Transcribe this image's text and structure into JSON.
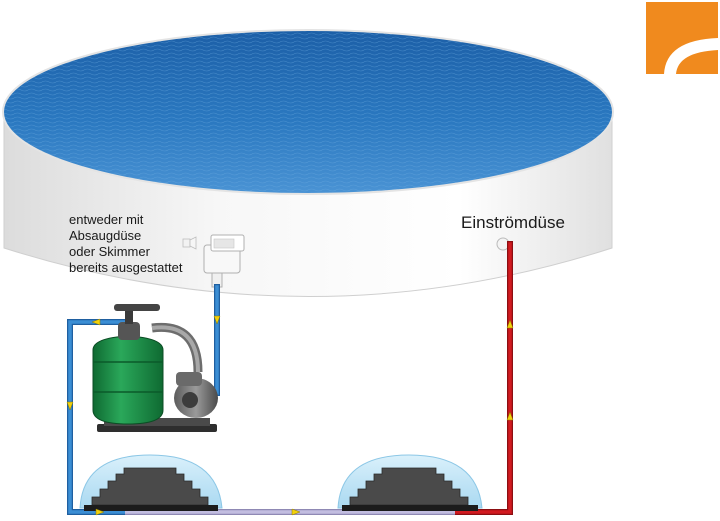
{
  "labels": {
    "suction_options": [
      "entweder mit",
      "Absaugdüse",
      "oder Skimmer",
      "bereits ausgestattet"
    ],
    "inlet_nozzle": "Einströmdüse"
  },
  "icons": {
    "logo": "orange-square-logo",
    "pump": "sand-filter-pump-icon",
    "skimmer": "skimmer-icon",
    "collector": "solar-collector-dome-icon",
    "flow_arrow": "yellow-flow-arrow-icon"
  },
  "colors": {
    "pool_water": "#2a78c0",
    "pool_wall": "#eeeeee",
    "cold_pipe": "#2f7fc8",
    "warm_pipe": "#c8161d",
    "collector_pipe": "#b7b1d6",
    "filter_tank": "#1e8c48",
    "flow_arrow": "#f2d10c",
    "logo": "#f08a1e"
  }
}
